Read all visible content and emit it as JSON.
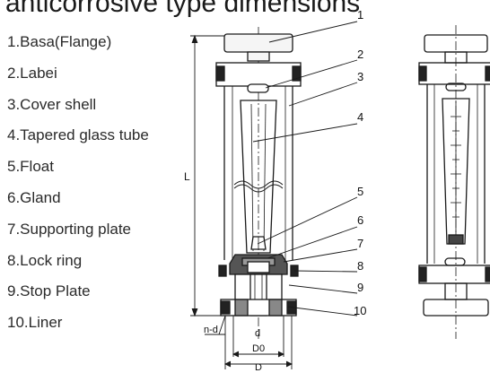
{
  "title": "anticorrosive type dimensions",
  "legend": [
    "1.Basa(Flange)",
    "2.Labei",
    "3.Cover shell",
    "4.Tapered glass tube",
    "5.Float",
    "6.Gland",
    "7.Supporting plate",
    "8.Lock ring",
    "9.Stop Plate",
    "10.Liner"
  ],
  "callouts": [
    "1",
    "2",
    "3",
    "4",
    "5",
    "6",
    "7",
    "8",
    "9",
    "10"
  ],
  "dimensions": {
    "length": "L",
    "hole": "n-d",
    "bore": "d",
    "pitch_diameter": "D0",
    "flange_diameter": "D"
  }
}
